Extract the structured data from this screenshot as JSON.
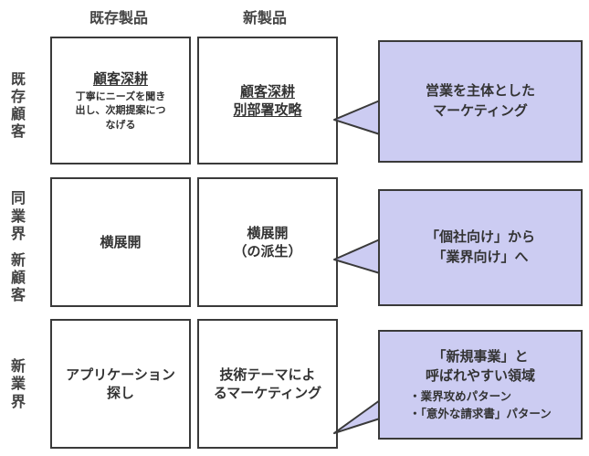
{
  "columns": {
    "existing_product": "既存製品",
    "new_product": "新製品"
  },
  "rows": {
    "r1": [
      "既",
      "存",
      "顧",
      "客"
    ],
    "r2a": [
      "同",
      "業",
      "界"
    ],
    "r2b": [
      "新",
      "顧",
      "客"
    ],
    "r3": [
      "新",
      "業",
      "界"
    ]
  },
  "cells": {
    "r1c1": {
      "title": "顧客深耕",
      "sub": [
        "丁寧にニーズを聞き",
        "出し、次期提案につ",
        "なげる"
      ]
    },
    "r1c2": {
      "title": [
        "顧客深耕",
        "別部署攻略"
      ]
    },
    "r2c1": {
      "title": "横展開"
    },
    "r2c2": {
      "title": [
        "横展開",
        "（の派生）"
      ]
    },
    "r3c1": {
      "title": [
        "アプリケーション",
        "探し"
      ]
    },
    "r3c2": {
      "title": [
        "技術テーマによ",
        "るマーケティング"
      ]
    }
  },
  "bubbles": {
    "b1": [
      "営業を主体とした",
      "マーケティング"
    ],
    "b2": [
      "「個社向け」から",
      "「業界向け」へ"
    ],
    "b3": {
      "lines": [
        "「新規事業」と",
        "呼ばれやすい領域"
      ],
      "list": [
        "・業界攻めパターン",
        "・「意外な請求書」パターン"
      ]
    }
  },
  "colors": {
    "bubble_fill": "#ccccf2",
    "border": "#3a3a3a"
  }
}
